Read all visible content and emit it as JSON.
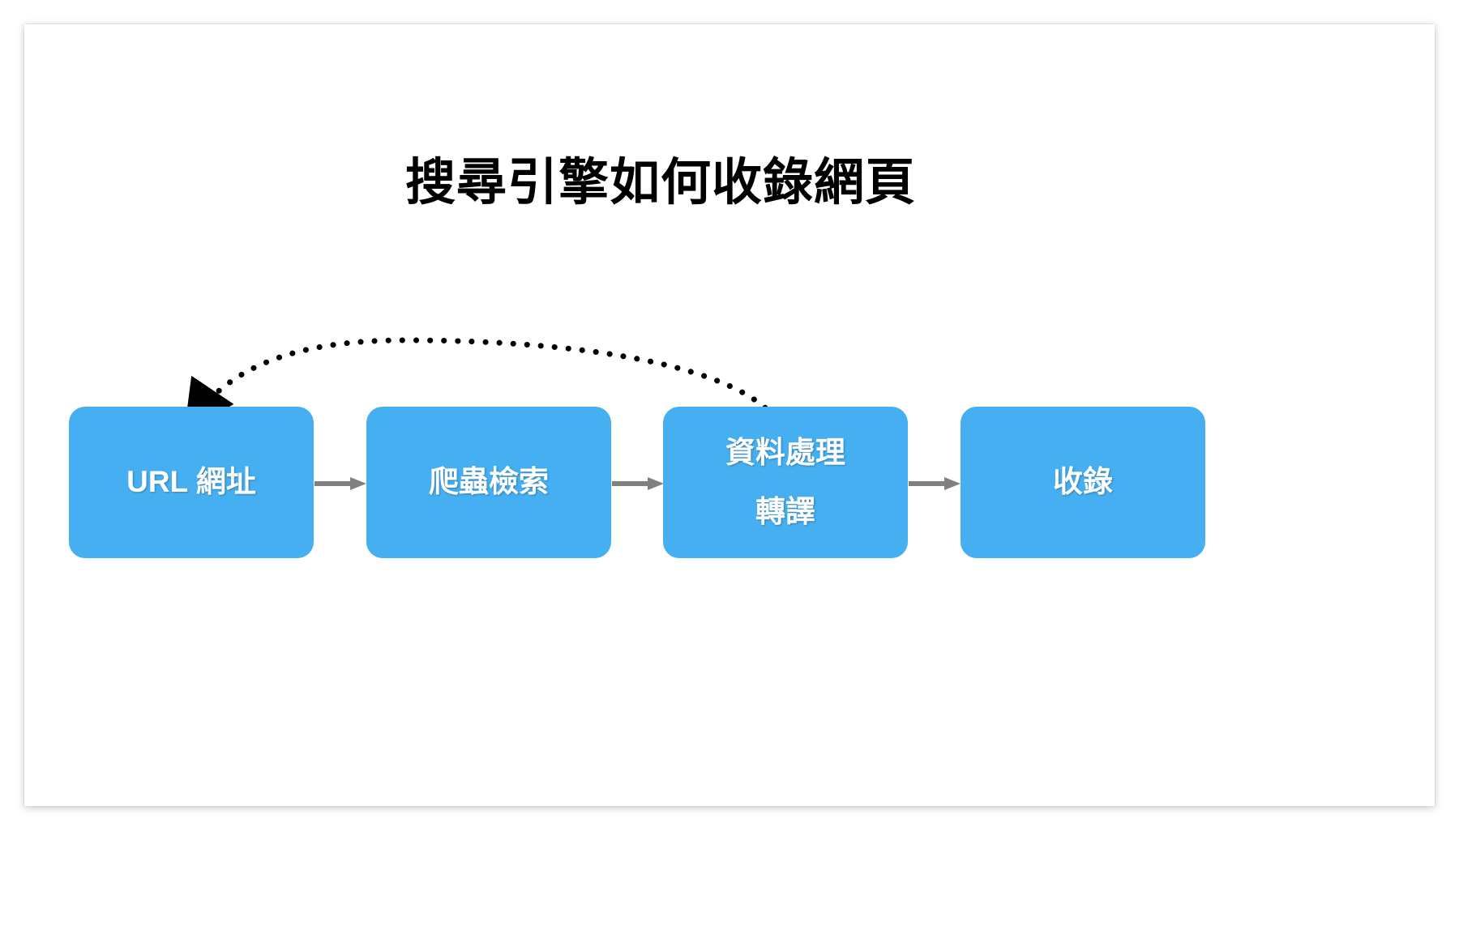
{
  "slide": {
    "title": "搜尋引擎如何收錄網頁",
    "background_color": "#ffffff",
    "card_color": "#ffffff"
  },
  "colors": {
    "box_fill": "#45AFF2",
    "box_text": "#ffffff",
    "arrow_gray": "#808080",
    "loop_arrow": "#000000",
    "title_text": "#000000"
  },
  "flow": {
    "steps": [
      {
        "id": "url",
        "label_line1": "URL 網址",
        "label_line2": ""
      },
      {
        "id": "crawl",
        "label_line1": "爬蟲檢索",
        "label_line2": ""
      },
      {
        "id": "process",
        "label_line1": "資料處理",
        "label_line2": "轉譯"
      },
      {
        "id": "index",
        "label_line1": "收錄",
        "label_line2": ""
      }
    ],
    "connectors": [
      {
        "id": "url-to-crawl",
        "style": "solid-arrow",
        "color": "#808080"
      },
      {
        "id": "crawl-to-process",
        "style": "solid-arrow",
        "color": "#808080"
      },
      {
        "id": "process-to-index",
        "style": "solid-arrow",
        "color": "#808080"
      }
    ],
    "feedback_loop": {
      "id": "process-back-to-url",
      "style": "dotted-curved-arrow",
      "color": "#000000",
      "from": "process",
      "to": "url"
    }
  }
}
